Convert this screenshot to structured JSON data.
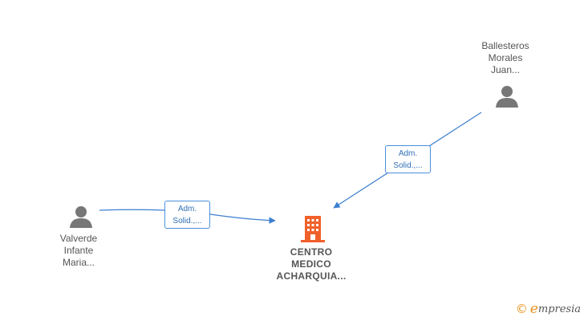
{
  "company": {
    "name_lines": [
      "CENTRO",
      "MEDICO",
      "ACHARQUIA..."
    ],
    "icon": "building-icon",
    "color": "#f0602a"
  },
  "people": [
    {
      "id": "ballesteros",
      "lines": [
        "Ballesteros",
        "Morales",
        "Juan..."
      ],
      "icon": "person-icon"
    },
    {
      "id": "valverde",
      "lines": [
        "Valverde",
        "Infante",
        "Maria..."
      ],
      "icon": "person-icon"
    }
  ],
  "relations": [
    {
      "from": "ballesteros",
      "to": "company",
      "lines": [
        "Adm.",
        "Solid.,..."
      ]
    },
    {
      "from": "valverde",
      "to": "company",
      "lines": [
        "Adm.",
        "Solid.,..."
      ]
    }
  ],
  "colors": {
    "edge": "#3d7fd0",
    "person": "#777777",
    "text": "#555555"
  },
  "brand": {
    "copyright": "©",
    "initial": "e",
    "rest": "mpresia"
  }
}
